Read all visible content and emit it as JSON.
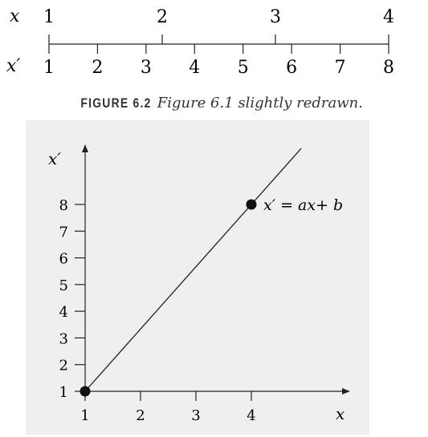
{
  "ruler": {
    "x_label": "x",
    "xprime_label": "x′",
    "x_ticks": [
      "1",
      "2",
      "3",
      "4"
    ],
    "xprime_ticks": [
      "1",
      "2",
      "3",
      "4",
      "5",
      "6",
      "7",
      "8"
    ]
  },
  "caption": {
    "label": "FIGURE 6.2",
    "text": "Figure 6.1 slightly redrawn."
  },
  "chart_data": {
    "type": "line",
    "xlabel": "x",
    "ylabel": "x′",
    "x_ticks": [
      1,
      2,
      3,
      4
    ],
    "y_ticks": [
      1,
      2,
      3,
      4,
      5,
      6,
      7,
      8
    ],
    "series": [
      {
        "x": [
          1,
          4
        ],
        "y": [
          1,
          8
        ]
      }
    ],
    "points": [
      {
        "x": 1,
        "y": 1
      },
      {
        "x": 4,
        "y": 8
      }
    ],
    "annotation": "x′ = ax+ b"
  }
}
